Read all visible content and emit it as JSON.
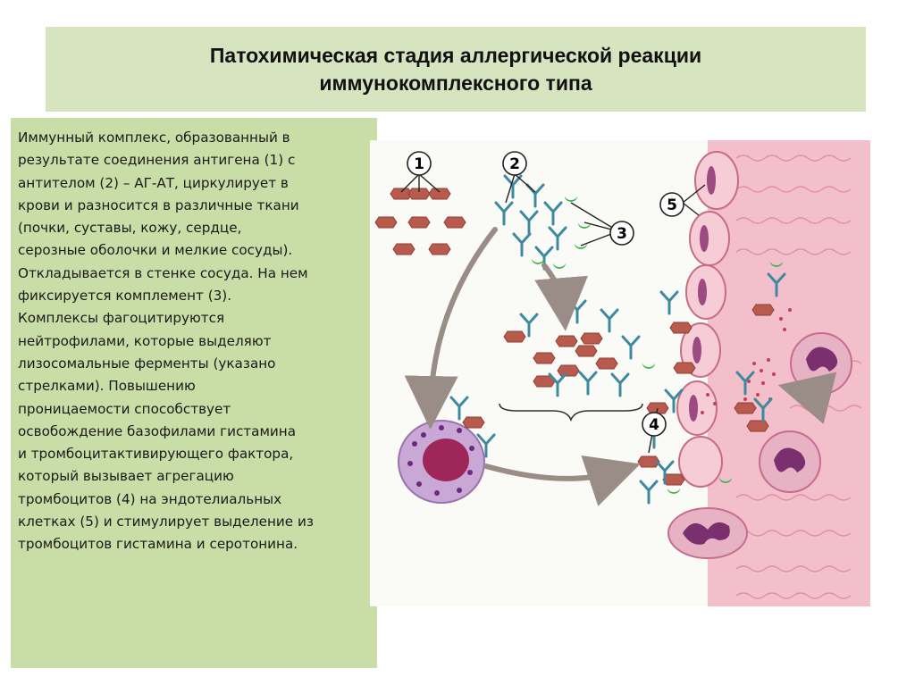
{
  "title": {
    "line1": "Патохимическая стадия аллергической реакции",
    "line2": "иммунокомплексного типа"
  },
  "description": [
    "Иммунный комплекс, образованный в",
    "результате соединения антигена (1) с",
    "антителом (2) – АГ-АТ, циркулирует в",
    "крови и разносится в различные ткани",
    "(почки, суставы, кожу, сердце,",
    "серозные оболочки и мелкие сосуды).",
    "Откладывается в стенке сосуда. На нем",
    "фиксируется комплемент (3).",
    "Комплексы фагоцитируются",
    "нейтрофилами, которые выделяют",
    "лизосомальные ферменты (указано",
    "стрелками). Повышению",
    "проницаемости способствует",
    "освобождение базофилами гистамина",
    "и тромбоцитактивирующего фактора,",
    "который вызывает агрегацию",
    "тромбоцитов (4) на эндотелиальных",
    "клетках (5) и стимулирует выделение из",
    "тромбоцитов гистамина и серотонина."
  ],
  "figure": {
    "callouts": [
      "1",
      "2",
      "3",
      "4",
      "5"
    ]
  },
  "colors": {
    "title_bg": "#d6e4bf",
    "text_bg": "#c8dea6",
    "antigen": "#b95a4e",
    "antibody": "#3d8aa0",
    "complement": "#3bb54a",
    "vessel": "#f2bfcb"
  }
}
